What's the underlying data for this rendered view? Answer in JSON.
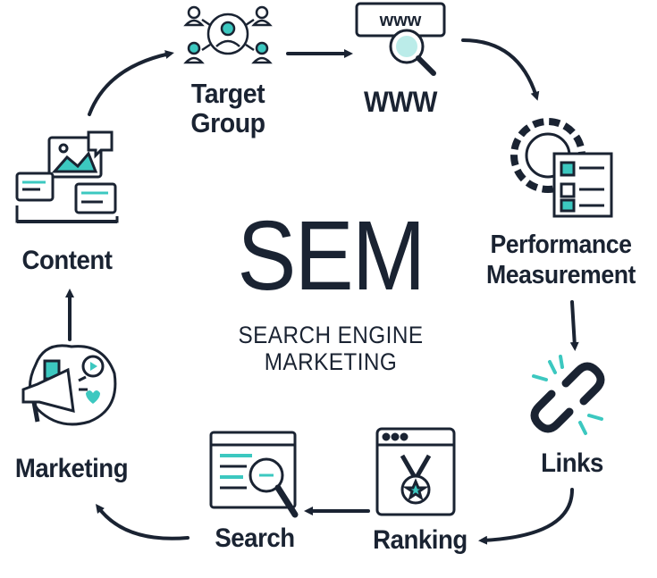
{
  "center": {
    "title": "SEM",
    "subtitle_line1": "SEARCH ENGINE",
    "subtitle_line2": "MARKETING"
  },
  "steps": {
    "target_group": {
      "line1": "Target",
      "line2": "Group",
      "icon": "people-network-icon"
    },
    "www": {
      "label": "WWW",
      "icon_text": "www",
      "icon": "browser-search-icon"
    },
    "performance": {
      "line1": "Performance",
      "line2": "Measurement",
      "icon": "gear-checklist-icon"
    },
    "links": {
      "label": "Links",
      "icon": "chain-link-icon"
    },
    "ranking": {
      "label": "Ranking",
      "icon": "browser-medal-icon"
    },
    "search": {
      "label": "Search",
      "icon": "document-magnifier-icon"
    },
    "marketing": {
      "label": "Marketing",
      "icon": "megaphone-icon"
    },
    "content": {
      "label": "Content",
      "icon": "laptop-content-icon"
    }
  },
  "colors": {
    "dark": "#1a2332",
    "accent": "#3cc8c0"
  }
}
